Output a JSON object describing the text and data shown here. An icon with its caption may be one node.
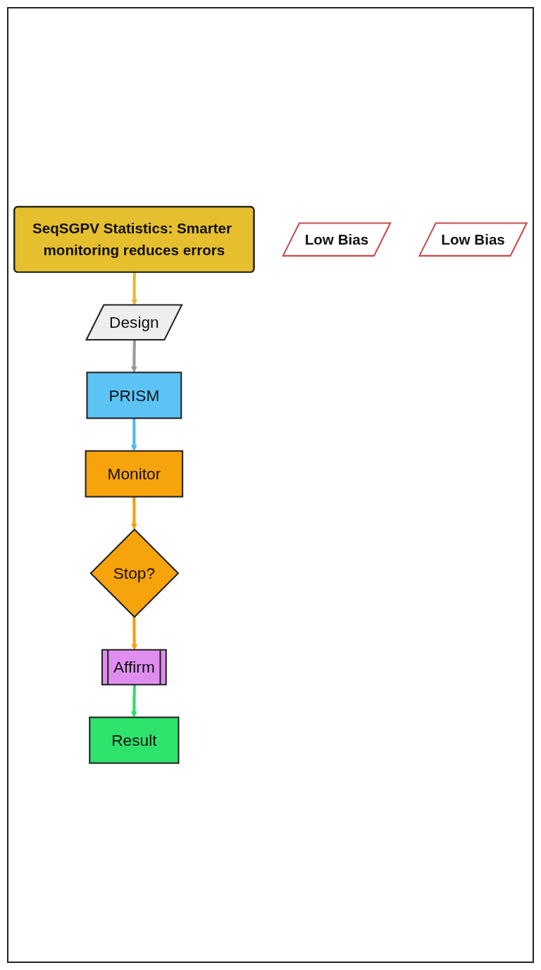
{
  "diagram": {
    "nodes": [
      {
        "text": [
          "SeqSGPV Statistics: Smarter monitoring reduces errors"
        ]
      },
      {
        "text": [
          "Design"
        ]
      },
      {
        "text": [
          "Low Bias"
        ]
      },
      {
        "text": [
          "PRISM"
        ]
      },
      {
        "text": [
          "Monitor"
        ]
      },
      {
        "text": [
          "Low Bias"
        ]
      },
      {
        "text": [
          "Stop?"
        ]
      },
      {
        "text": [
          "Affirm"
        ]
      },
      {
        "text": [
          "Result"
        ]
      }
    ],
    "edges": [
      {
        "from": 0,
        "to": 1,
        "arrow": "to",
        "color": "#e3bd2b"
      },
      {
        "from": 1,
        "to": 3,
        "arrow": "to",
        "color": "#9a9a9a"
      },
      {
        "from": 3,
        "to": 4,
        "arrow": "to",
        "color": "#4fb9f0"
      },
      {
        "from": 4,
        "to": 6,
        "arrow": "to",
        "color": "#f5a00a"
      },
      {
        "from": 6,
        "to": 7,
        "arrow": "to",
        "color": "#f5a00a"
      },
      {
        "from": 7,
        "to": 8,
        "arrow": "to",
        "color": "#2edc6a"
      }
    ]
  }
}
